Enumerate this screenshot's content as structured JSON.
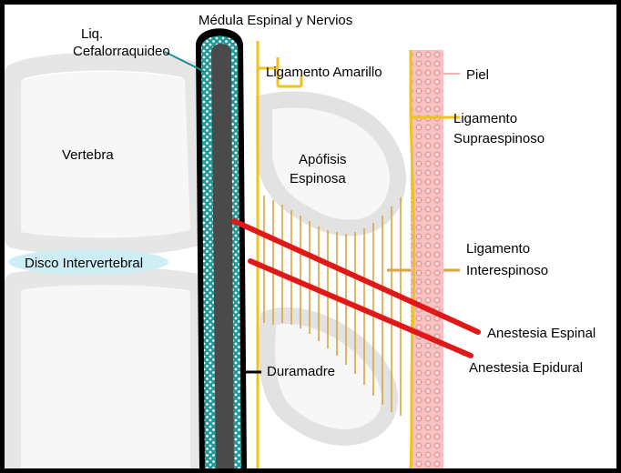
{
  "labels": {
    "liq_line1": "Liq.",
    "liq_line2": "Cefalorraquideo",
    "medula": "Médula Espinal y Nervios",
    "ligamento_amarillo": "Ligamento Amarillo",
    "piel": "Piel",
    "supraespinoso_line1": "Ligamento",
    "supraespinoso_line2": "Supraespinoso",
    "vertebra": "Vertebra",
    "apofisis_line1": "Apófisis",
    "apofisis_line2": "Espinosa",
    "disco": "Disco Intervertebral",
    "interespinoso_line1": "Ligamento",
    "interespinoso_line2": "Interespinoso",
    "anestesia_espinal": "Anestesia Espinal",
    "anestesia_epidural": "Anestesia Epidural",
    "duramadre": "Duramadre"
  },
  "colors": {
    "bone": "#e8e8e8",
    "ligament": "#f2c21b",
    "interspinous": "#d6a84a",
    "skin": "#f2b5b5",
    "csf": "#1a8f8f",
    "cord": "#4a4a4a",
    "needle": "#e01818",
    "disc": "#cdeef5"
  }
}
